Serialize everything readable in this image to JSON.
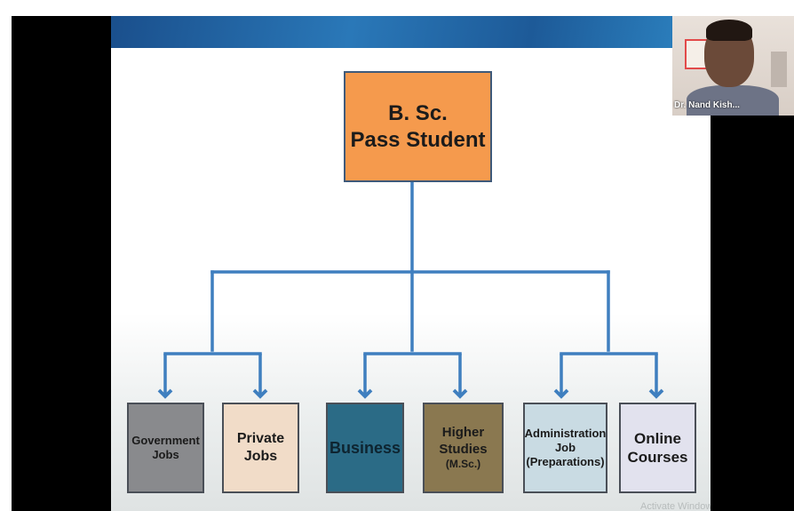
{
  "diagram": {
    "root": {
      "line1": "B. Sc.",
      "line2": "Pass Student"
    },
    "branches": [
      {
        "leaves": [
          {
            "lines": [
              "Government",
              "Jobs"
            ]
          },
          {
            "lines": [
              "Private",
              "Jobs"
            ]
          }
        ]
      },
      {
        "leaves": [
          {
            "lines": [
              "Business"
            ]
          },
          {
            "lines": [
              "Higher",
              "Studies"
            ],
            "sub": "(M.Sc.)"
          }
        ]
      },
      {
        "leaves": [
          {
            "lines": [
              "Administration",
              "Job",
              "(Preparations)"
            ]
          },
          {
            "lines": [
              "Online",
              "Courses"
            ]
          }
        ]
      }
    ]
  },
  "video_tile": {
    "participant_name": "Dr. Nand Kish..."
  },
  "watermark_text": "Activate Windows",
  "colors": {
    "root_fill": "#f59a4d",
    "connector": "#3f7fbf",
    "government_fill": "#898a8d",
    "private_fill": "#f1dcc8",
    "business_fill": "#2b6b86",
    "higher_fill": "#8a7850",
    "administration_fill": "#c9dbe3",
    "online_fill": "#e2e2ee"
  }
}
